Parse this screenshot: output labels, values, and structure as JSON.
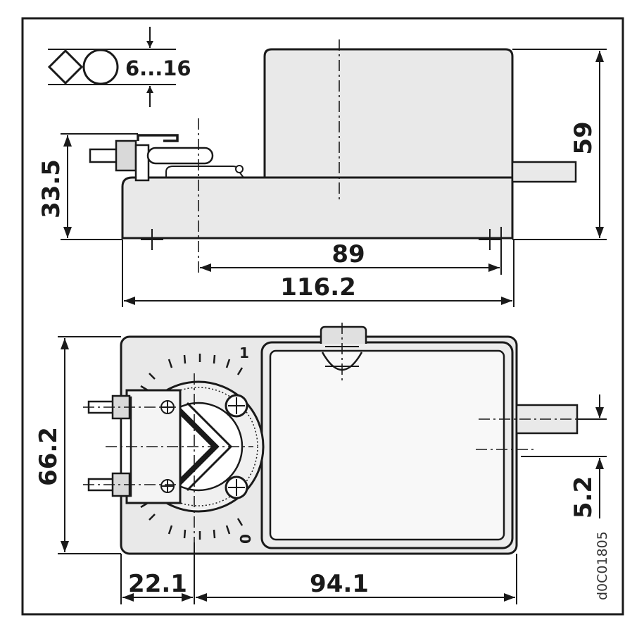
{
  "symbol": {
    "label": "6...16"
  },
  "dimensions": {
    "top_height_left": "33.5",
    "top_height_right": "59",
    "top_length_inner": "89",
    "top_length_total": "116.2",
    "bottom_height": "66.2",
    "bottom_offset": "5.2",
    "bottom_left": "22.1",
    "bottom_right": "94.1"
  },
  "scale": {
    "max_label": "1",
    "min_label": "0"
  },
  "reference_code": "d0C01805"
}
